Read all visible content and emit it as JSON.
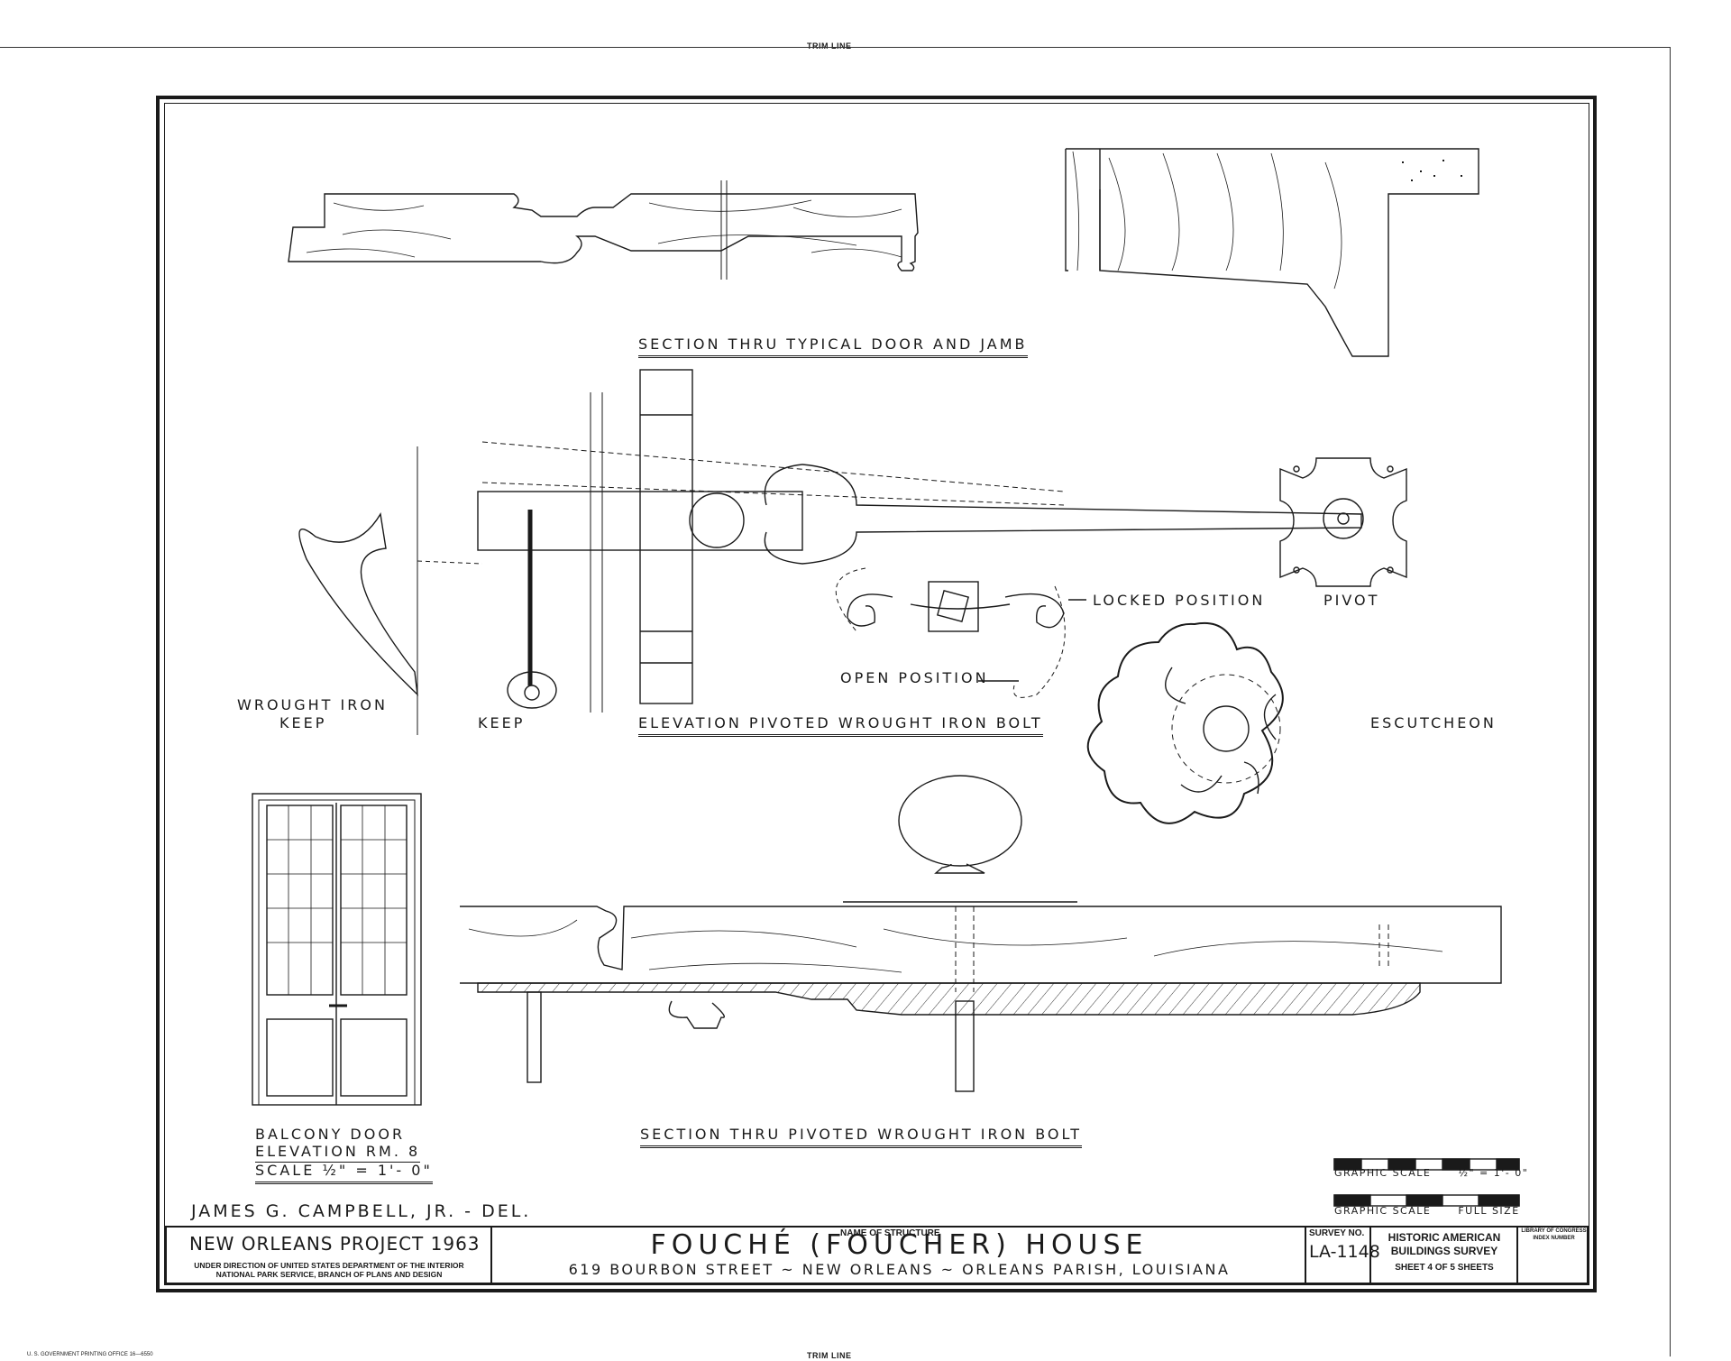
{
  "trim_top": "TRIM LINE",
  "trim_bottom": "TRIM LINE",
  "gpo_note": "U. S. GOVERNMENT PRINTING OFFICE    16—6550",
  "labels": {
    "section_door_jamb": "SECTION THRU TYPICAL DOOR AND JAMB",
    "wrought_iron_keep_1": "WROUGHT IRON",
    "wrought_iron_keep_2": "KEEP",
    "keep": "KEEP",
    "elevation_bolt": "ELEVATION PIVOTED WROUGHT IRON BOLT",
    "locked_position": "LOCKED POSITION",
    "open_position": "OPEN POSITION",
    "pivot": "PIVOT",
    "escutcheon": "ESCUTCHEON",
    "balcony_1": "BALCONY DOOR",
    "balcony_2": "ELEVATION RM. 8",
    "balcony_3": "SCALE ½\" = 1'- 0\"",
    "section_bolt": "SECTION THRU PIVOTED WROUGHT IRON BOLT",
    "graphic_scale_1": "GRAPHIC SCALE      ½\" = 1'- 0\"",
    "graphic_scale_2": "GRAPHIC SCALE      FULL SIZE",
    "delineator": "JAMES G. CAMPBELL, JR. - DEL."
  },
  "title_block": {
    "project": "NEW ORLEANS PROJECT 1963",
    "direction_1": "UNDER DIRECTION OF UNITED STATES DEPARTMENT OF THE INTERIOR",
    "direction_2": "NATIONAL PARK SERVICE, BRANCH OF PLANS AND DESIGN",
    "name_caption": "NAME OF STRUCTURE",
    "structure_name": "FOUCHÉ (FOUCHER) HOUSE",
    "address": "619 BOURBON STREET ~ NEW ORLEANS ~ ORLEANS PARISH, LOUISIANA",
    "survey_caption": "SURVEY NO.",
    "survey_no": "LA-1148",
    "habs_1": "HISTORIC AMERICAN",
    "habs_2": "BUILDINGS SURVEY",
    "sheet": "SHEET 4 OF 5 SHEETS",
    "loc_1": "LIBRARY OF CONGRESS",
    "loc_2": "INDEX NUMBER"
  }
}
